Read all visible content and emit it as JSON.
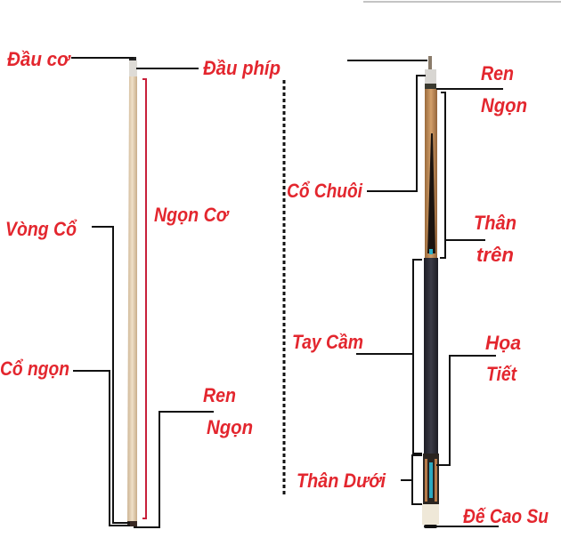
{
  "colors": {
    "label": "#e3262e",
    "bracket": "#c8203a",
    "line": "#111111",
    "shaft_wood": "#e2cdb0",
    "wrap": "#2a2a33",
    "forearm": "#b98552"
  },
  "left_cue": {
    "labels": {
      "tip": "Đầu cơ",
      "ferrule": "Đầu phíp",
      "shaft": "Ngọn Cơ",
      "shaft_collar": "Vòng Cổ",
      "shaft_neck": "Cổ ngọn",
      "shaft_thread": [
        "Ren",
        "Ngọn"
      ]
    }
  },
  "right_cue": {
    "labels": {
      "shaft_thread": [
        "Ren",
        "Ngọn"
      ],
      "butt_neck": "Cổ Chuôi",
      "upper_body": [
        "Thân",
        "trên"
      ],
      "handle": "Tay Cầm",
      "pattern": [
        "Họa",
        "Tiết"
      ],
      "lower_body": "Thân Dưới",
      "bumper": "Đế Cao Su"
    }
  }
}
